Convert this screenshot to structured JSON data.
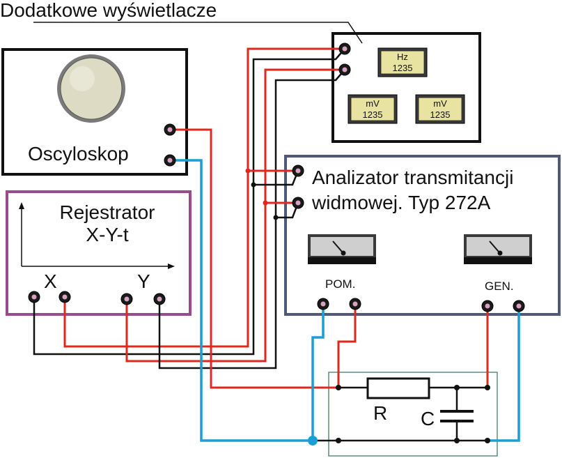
{
  "colors": {
    "red_wire": "#e0281e",
    "black_wire": "#111111",
    "blue_wire": "#1a9ed6",
    "recorder_frame": "#9b4a8c",
    "analyzer_frame": "#4e5a78",
    "rc_frame": "#5b8f73",
    "display_face": "#e8e3a0",
    "screen": "#dedbc4",
    "jack_highlight": "#d9a0c0"
  },
  "displays_panel": {
    "label": "Dodatkowe wyświetlacze",
    "displays": [
      {
        "unit": "Hz",
        "value": "1235"
      },
      {
        "unit": "mV",
        "value": "1235"
      },
      {
        "unit": "mV",
        "value": "1235"
      }
    ]
  },
  "oscilloscope": {
    "label": "Oscyloskop"
  },
  "recorder": {
    "title_line1": "Rejestrator",
    "title_line2": "X-Y-t",
    "x_label": "X",
    "y_label": "Y"
  },
  "analyzer": {
    "title_line1": "Analizator transmitancji",
    "title_line2": "widmowej. Typ 272A",
    "pom_label": "POM.",
    "gen_label": "GEN."
  },
  "rc_network": {
    "r_label": "R",
    "c_label": "C"
  }
}
